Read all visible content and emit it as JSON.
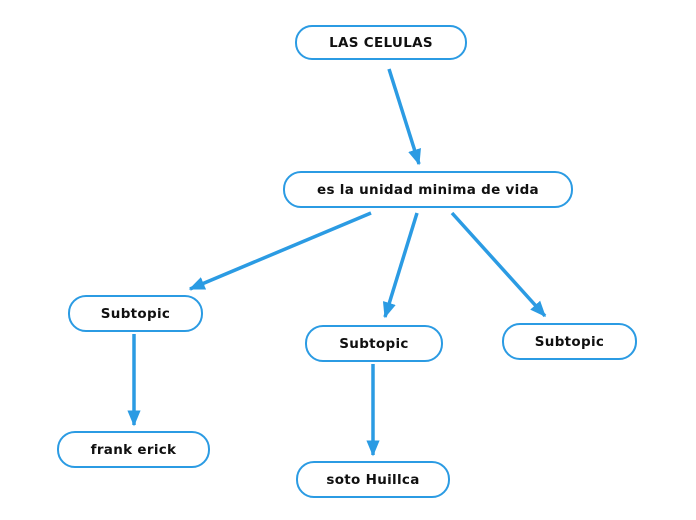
{
  "colors": {
    "accent": "#2b9be3",
    "node_border": "#2b9be3",
    "node_background": "#ffffff",
    "canvas_background": "#ffffff",
    "text": "#101010"
  },
  "nodes": {
    "root": {
      "label": "LAS CELULAS"
    },
    "main_idea": {
      "label": "es la unidad minima de vida"
    },
    "subtopic_left": {
      "label": "Subtopic"
    },
    "subtopic_mid": {
      "label": "Subtopic"
    },
    "subtopic_right": {
      "label": "Subtopic"
    },
    "frank_erick": {
      "label": "frank erick"
    },
    "soto_huillca": {
      "label": "soto Huillca"
    }
  },
  "edges": [
    {
      "from": "root",
      "to": "main_idea"
    },
    {
      "from": "main_idea",
      "to": "subtopic_left"
    },
    {
      "from": "main_idea",
      "to": "subtopic_mid"
    },
    {
      "from": "main_idea",
      "to": "subtopic_right"
    },
    {
      "from": "subtopic_left",
      "to": "frank_erick"
    },
    {
      "from": "subtopic_mid",
      "to": "soto_huillca"
    }
  ]
}
